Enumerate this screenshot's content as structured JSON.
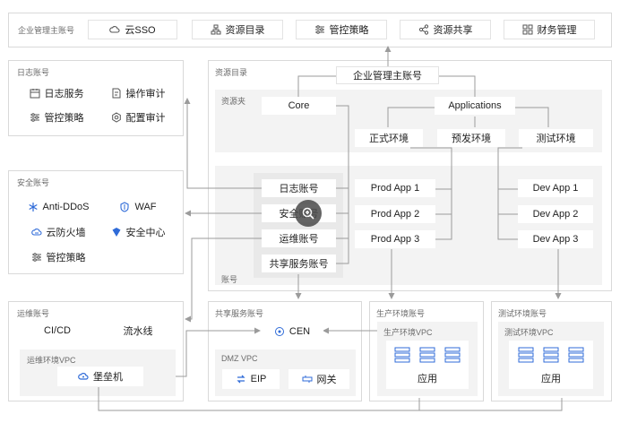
{
  "top": {
    "title": "企业管理主账号",
    "items": [
      {
        "label": "云SSO",
        "icon": "cloud-sso-icon"
      },
      {
        "label": "资源目录",
        "icon": "org-tree-icon"
      },
      {
        "label": "管控策略",
        "icon": "policy-sliders-icon"
      },
      {
        "label": "资源共享",
        "icon": "share-icon"
      },
      {
        "label": "财务管理",
        "icon": "grid-apps-icon"
      }
    ]
  },
  "log_account": {
    "title": "日志账号",
    "items": [
      {
        "label": "日志服务",
        "icon": "calendar-log-icon"
      },
      {
        "label": "操作审计",
        "icon": "audit-icon"
      },
      {
        "label": "管控策略",
        "icon": "policy-sliders-icon"
      },
      {
        "label": "配置审计",
        "icon": "config-gear-icon"
      }
    ]
  },
  "security_account": {
    "title": "安全账号",
    "items": [
      {
        "label": "Anti-DDoS",
        "icon": "snowflake-icon"
      },
      {
        "label": "WAF",
        "icon": "waf-icon"
      },
      {
        "label": "云防火墙",
        "icon": "cloud-firewall-icon"
      },
      {
        "label": "安全中心",
        "icon": "shield-icon"
      },
      {
        "label": "管控策略",
        "icon": "policy-sliders-icon"
      }
    ]
  },
  "ops_account": {
    "title": "运维账号",
    "items": [
      "CI/CD",
      "流水线"
    ],
    "vpc": {
      "title": "运维环境VPC",
      "bastion": "堡垒机",
      "icon": "cloud-bastion-icon"
    }
  },
  "resource_directory": {
    "title": "资源目录",
    "master": "企业管理主账号",
    "folder_title": "资源夹",
    "core": "Core",
    "applications": "Applications",
    "envs": [
      "正式环境",
      "预发环境",
      "测试环境"
    ],
    "account_title": "账号",
    "core_accounts": [
      "日志账号",
      "安全账号",
      "运维账号",
      "共享服务账号"
    ],
    "prod_apps": [
      "Prod App 1",
      "Prod App 2",
      "Prod App 3"
    ],
    "dev_apps": [
      "Dev App 1",
      "Dev App 2",
      "Dev App 3"
    ]
  },
  "shared_service": {
    "title": "共享服务账号",
    "cen": "CEN",
    "dmz": {
      "title": "DMZ VPC",
      "eip": "EIP",
      "gateway": "网关"
    }
  },
  "prod_env": {
    "title": "生产环境账号",
    "vpc_title": "生产环境VPC",
    "app": "应用"
  },
  "test_env": {
    "title": "测试环境账号",
    "vpc_title": "测试环境VPC",
    "app": "应用"
  },
  "colors": {
    "accent": "#2f6bd8",
    "line": "#9b9b9b",
    "panel_bg": "#f3f3f3",
    "border": "#d9d9d9"
  }
}
